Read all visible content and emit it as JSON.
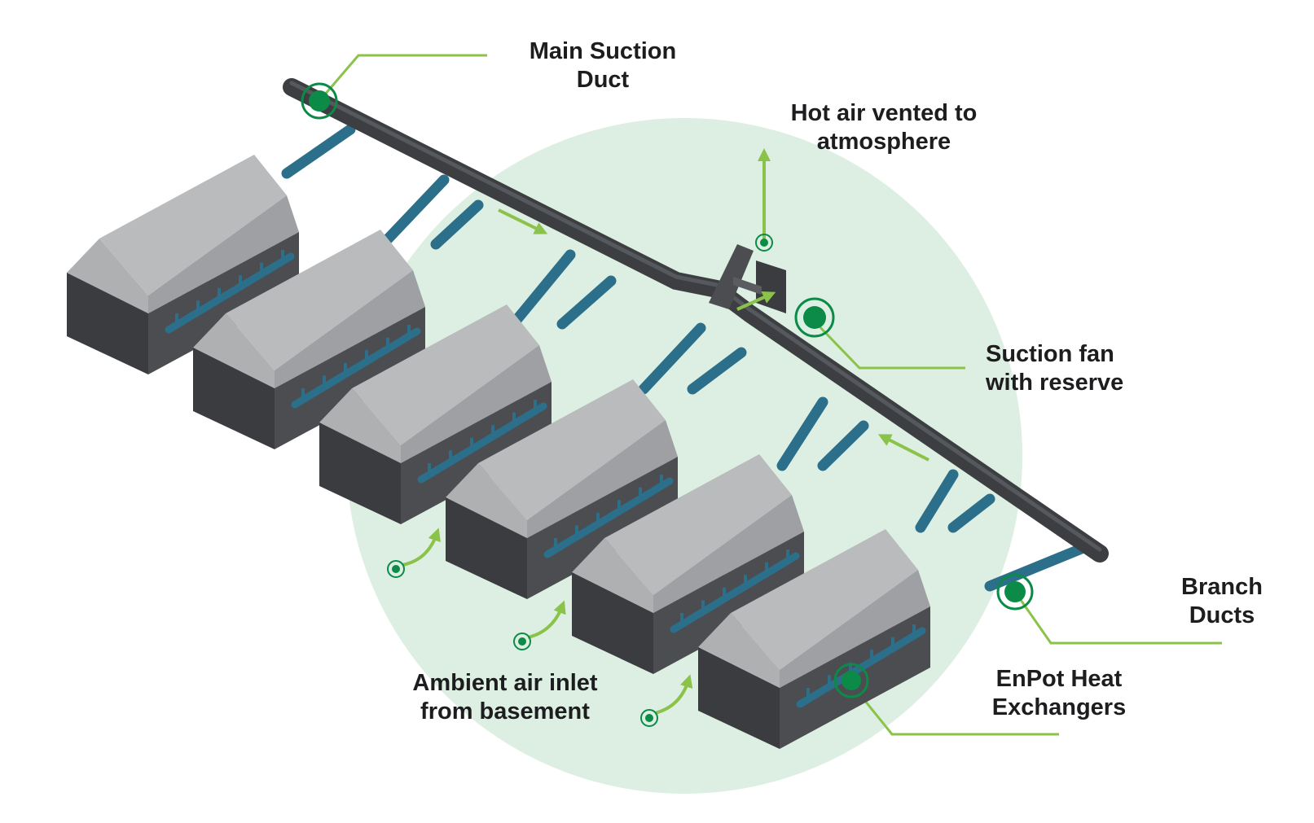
{
  "colors": {
    "background_circle": "#dcefe2",
    "housing_top": "#aeb0b2",
    "housing_side": "#4b4d51",
    "housing_dark": "#3a3c40",
    "main_duct": "#3c3e42",
    "branch_duct": "#2c6f8a",
    "callout_line": "#8bc34a",
    "marker_fill": "#0b8a48",
    "arrow": "#8bc34a"
  },
  "labels": {
    "main_suction_duct": [
      "Main Suction",
      "Duct"
    ],
    "hot_air": [
      "Hot air vented to",
      "atmosphere"
    ],
    "suction_fan": [
      "Suction fan",
      "with reserve"
    ],
    "branch_ducts": [
      "Branch",
      "Ducts"
    ],
    "enpot": [
      "EnPot Heat",
      "Exchangers"
    ],
    "ambient_air": [
      "Ambient air inlet",
      "from basement"
    ]
  },
  "icons": {
    "marker": "target-marker-icon",
    "flow_arrow": "flow-arrow-icon",
    "inlet_arrow": "curved-inlet-arrow-icon",
    "vent_arrow": "up-arrow-icon"
  },
  "housing_count": 6,
  "branch_duct_count": 12
}
